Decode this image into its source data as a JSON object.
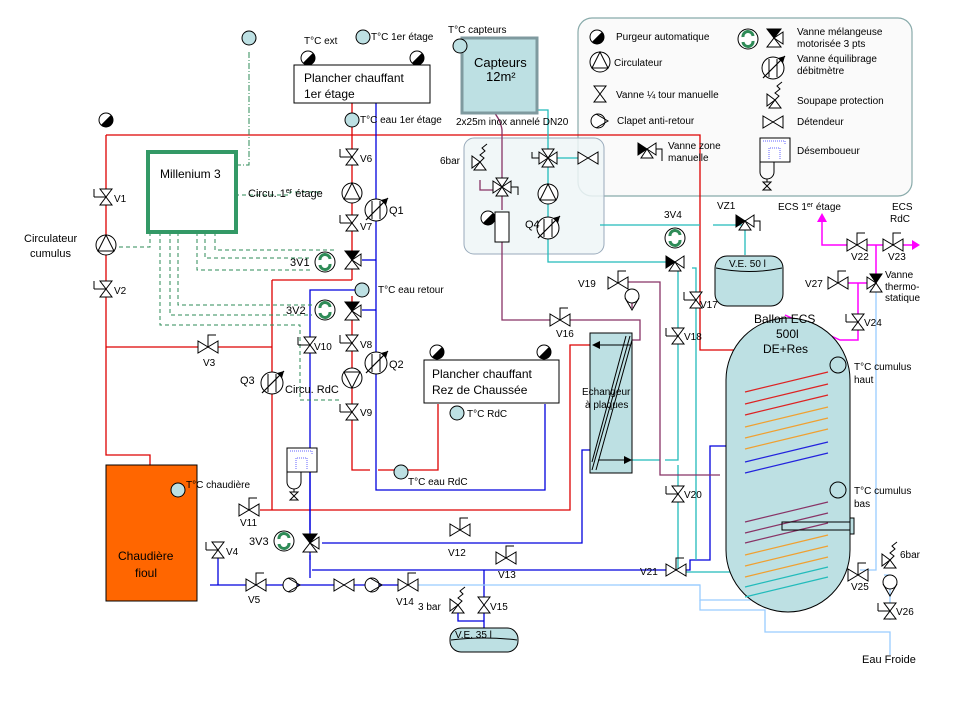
{
  "title": "Schéma hydraulique chauffage fioul + solaire ECS",
  "legend": {
    "items": [
      {
        "icon": "air-vent",
        "label": "Purgeur automatique"
      },
      {
        "icon": "pump",
        "label": "Circulateur"
      },
      {
        "icon": "ball-valve",
        "label": "Vanne ¼ tour manuelle"
      },
      {
        "icon": "check-valve",
        "label": "Clapet anti-retour"
      },
      {
        "icon": "zone-valve",
        "label": "Vanne zone manuelle"
      },
      {
        "icon": "motorized-mixing-valve",
        "label": "Vanne mélangeuse motorisée 3 pts"
      },
      {
        "icon": "balancing-valve",
        "label": "Vanne équilibrage débitmètre"
      },
      {
        "icon": "safety-valve",
        "label": "Soupape protection"
      },
      {
        "icon": "pressure-reducer",
        "label": "Détendeur"
      },
      {
        "icon": "dirt-separator",
        "label": "Désemboueur"
      }
    ],
    "zone_valve_line1": "Vanne zone",
    "zone_valve_line2": "manuelle",
    "mixing_line1": "Vanne mélangeuse",
    "mixing_line2": "motorisée 3 pts",
    "balancing_line1": "Vanne équilibrage",
    "balancing_line2": "débitmètre"
  },
  "controller": {
    "label": "Millenium 3",
    "color": "#339966"
  },
  "boiler": {
    "line1": "Chaudière",
    "line2": "fioul",
    "color": "#ff6600"
  },
  "collectors": {
    "line1": "Capteurs",
    "line2": "12m²",
    "pipe_note": "2x25m inox annelé DN20"
  },
  "floor_heating_1": {
    "line1": "Plancher chauffant",
    "line2": "1er étage"
  },
  "floor_heating_rdc": {
    "line1": "Plancher chauffant",
    "line2": "Rez de Chaussée"
  },
  "exchanger": {
    "line1": "Echangeur",
    "line2": "à plaques"
  },
  "tank": {
    "line1": "Ballon ECS",
    "line2": "500l",
    "line3": "DE+Res"
  },
  "expansion_vessels": {
    "ve50": "V.E. 50 l",
    "ve35": "V.E. 35 l"
  },
  "sensors": {
    "ext": "T°C ext",
    "floor1": "T°C 1er étage",
    "collectors": "T°C capteurs",
    "water1": "T°C eau 1er étage",
    "return": "T°C eau retour",
    "rdc": "T°C RdC",
    "water_rdc": "T°C eau RdC",
    "boiler": "T°C chaudière",
    "tank_top_1": "T°C cumulus",
    "tank_top_2": "haut",
    "tank_bot_1": "T°C cumulus",
    "tank_bot_2": "bas"
  },
  "pumps": {
    "cumulus_1": "Circulateur",
    "cumulus_2": "cumulus",
    "floor1_a": "Circu. 1",
    "floor1_sup": "er",
    "floor1_b": " étage",
    "rdc": "Circu. RdC"
  },
  "valves": {
    "v1": "V1",
    "v2": "V2",
    "v3": "V3",
    "v4": "V4",
    "v5": "V5",
    "v6": "V6",
    "v7": "V7",
    "v8": "V8",
    "v9": "V9",
    "v10": "V10",
    "v11": "V11",
    "v12": "V12",
    "v13": "V13",
    "v14": "V14",
    "v15": "V15",
    "v16": "V16",
    "v17": "V17",
    "v18": "V18",
    "v19": "V19",
    "v20": "V20",
    "v21": "V21",
    "v22": "V22",
    "v23": "V23",
    "v24": "V24",
    "v25": "V25",
    "v26": "V26",
    "v27": "V27",
    "vz1": "VZ1",
    "mix1": "3V1",
    "mix2": "3V2",
    "mix3": "3V3",
    "mix4": "3V4",
    "q1": "Q1",
    "q2": "Q2",
    "q3": "Q3",
    "q4": "Q4"
  },
  "pressures": {
    "solar": "6bar",
    "heating": "3 bar",
    "cold": "6bar"
  },
  "outlets": {
    "ecs1_a": "ECS 1",
    "ecs1_sup": "er",
    "ecs1_b": " étage",
    "ecsrdc_1": "ECS",
    "ecsrdc_2": "RdC",
    "thermo_1": "Vanne",
    "thermo_2": "thermo-",
    "thermo_3": "statique",
    "cold_water": "Eau Froide"
  },
  "colors": {
    "hot_pipe": "#dd0000",
    "return_pipe": "#0000dd",
    "solar_hot": "#883366",
    "solar_cold": "#22bbbb",
    "cold_water": "#99ccff",
    "dhw": "#ff00ff",
    "tank_fill": "#bde0e3"
  }
}
